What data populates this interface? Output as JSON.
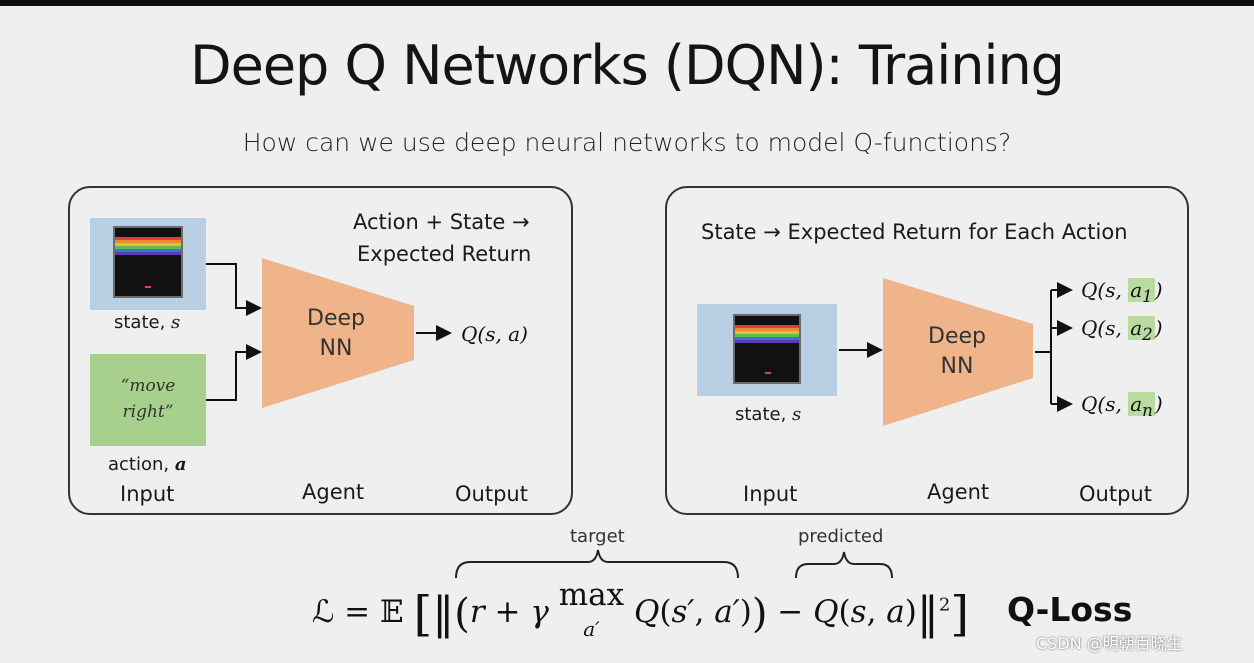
{
  "slide": {
    "title": "Deep Q Networks (DQN): Training",
    "subtitle": "How can we use deep neural networks to model Q-functions?"
  },
  "left_panel": {
    "heading_line1": "Action + State →",
    "heading_line2": "Expected Return",
    "state_label": "state, ",
    "state_symbol": "s",
    "action_text_line1": "“move",
    "action_text_line2": "right”",
    "action_label": "action, ",
    "action_symbol": "a",
    "nn_line1": "Deep",
    "nn_line2": "NN",
    "output": "Q(s, a)",
    "col_input": "Input",
    "col_agent": "Agent",
    "col_output": "Output"
  },
  "right_panel": {
    "heading": "State → Expected Return for Each Action",
    "state_label": "state, ",
    "state_symbol": "s",
    "nn_line1": "Deep",
    "nn_line2": "NN",
    "outputs": [
      {
        "prefix": "Q(s, ",
        "action": "a",
        "sub": "1",
        "suffix": ")"
      },
      {
        "prefix": "Q(s, ",
        "action": "a",
        "sub": "2",
        "suffix": ")"
      },
      {
        "prefix": "Q(s, ",
        "action": "a",
        "sub": "n",
        "suffix": ")"
      }
    ],
    "col_input": "Input",
    "col_agent": "Agent",
    "col_output": "Output"
  },
  "loss": {
    "target_label": "target",
    "predicted_label": "predicted",
    "name": "Q-Loss"
  },
  "watermark": "CSDN @明朝百晓生",
  "colors": {
    "input_blue": "#b9cfe3",
    "action_green": "#a8d08d",
    "nn_orange": "#f0b48a",
    "highlight_green": "#b9dba0"
  }
}
